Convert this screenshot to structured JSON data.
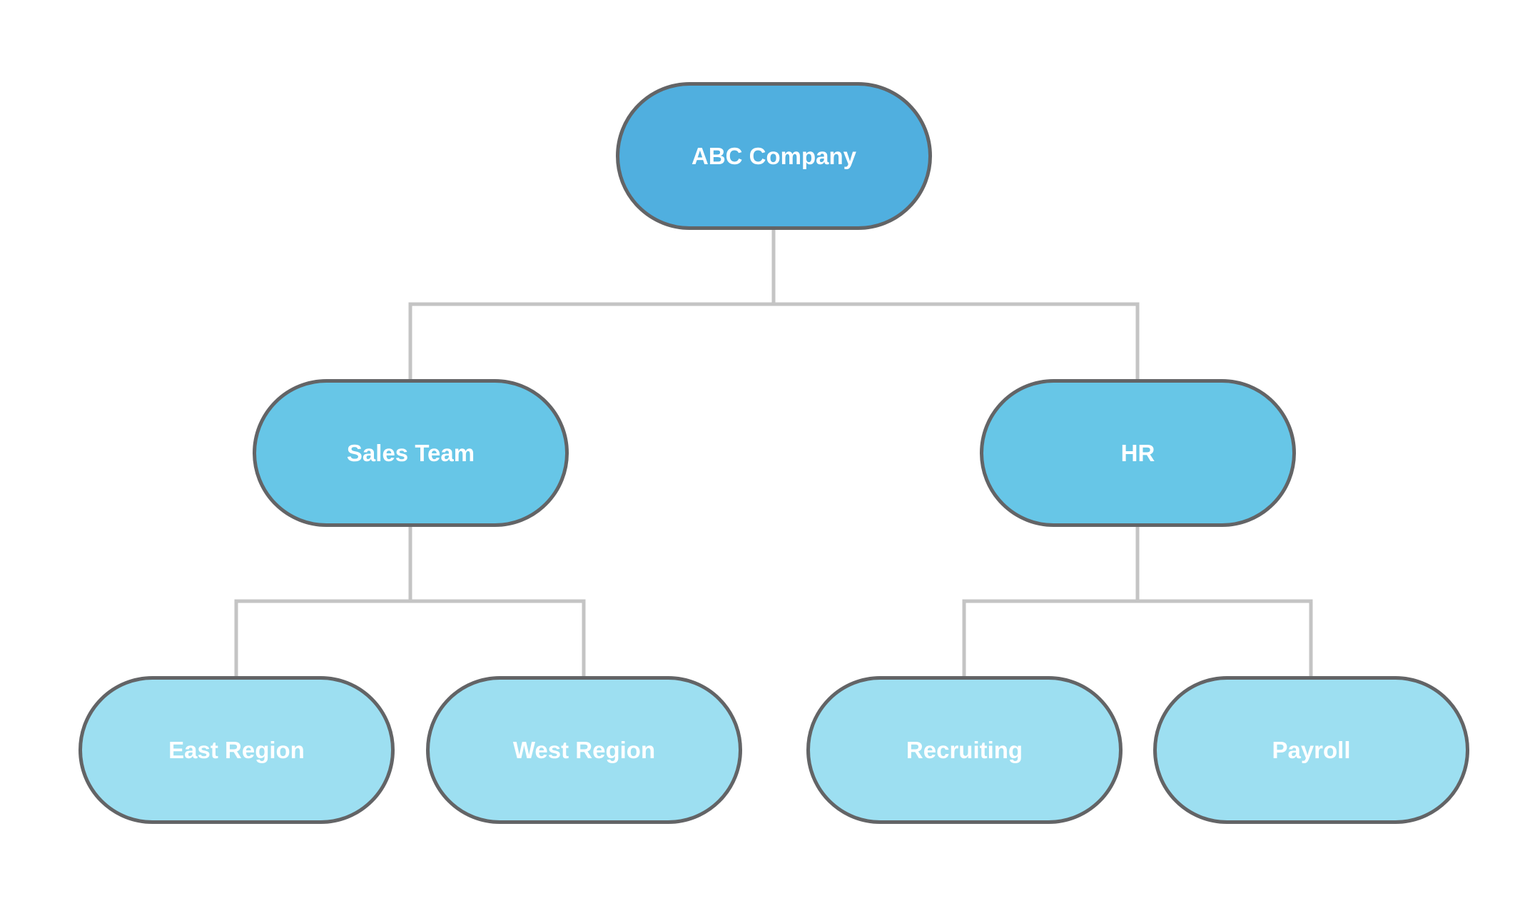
{
  "diagram": {
    "type": "org-chart",
    "colors": {
      "level_0_fill": "#50afdf",
      "level_1_fill": "#67c6e7",
      "level_2_fill": "#9ddff1",
      "node_border": "#636466",
      "connector": "#c4c4c4",
      "text": "#ffffff"
    },
    "root": {
      "label": "ABC Company"
    },
    "departments": [
      {
        "label": "Sales Team",
        "children": [
          {
            "label": "East Region"
          },
          {
            "label": "West Region"
          }
        ]
      },
      {
        "label": "HR",
        "children": [
          {
            "label": "Recruiting"
          },
          {
            "label": "Payroll"
          }
        ]
      }
    ]
  }
}
